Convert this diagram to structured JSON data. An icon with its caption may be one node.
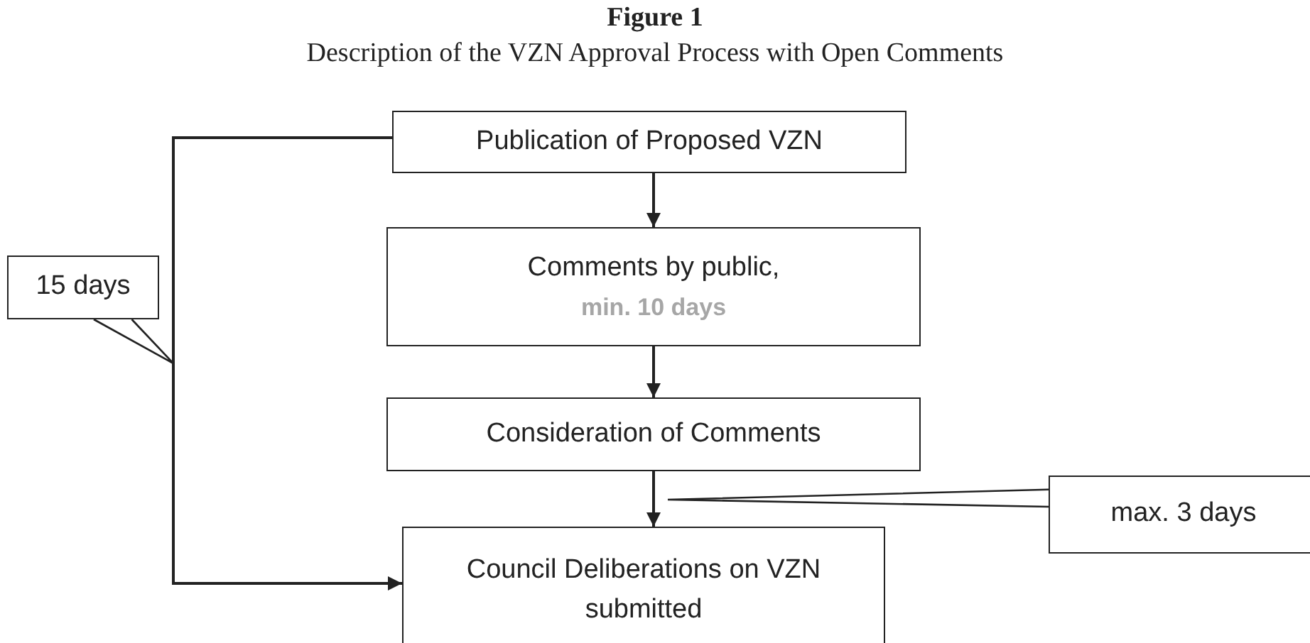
{
  "diagram": {
    "title": "Figure 1",
    "caption": "Description of the VZN Approval Process with Open Comments",
    "nodes": [
      {
        "text": [
          "Publication of Proposed VZN"
        ]
      },
      {
        "text": [
          "Comments by public,",
          "min. 10 days"
        ]
      },
      {
        "text": [
          "Consideration of Comments"
        ]
      },
      {
        "text": [
          "Council Deliberations on VZN submitted"
        ]
      },
      {
        "text": [
          "15 days"
        ]
      },
      {
        "text": [
          "max. 3 days"
        ]
      }
    ],
    "edges": [
      {
        "from": 0,
        "to": 1,
        "arrow": "to"
      },
      {
        "from": 1,
        "to": 2,
        "arrow": "to"
      },
      {
        "from": 2,
        "to": 3,
        "arrow": "to"
      },
      {
        "from": 0,
        "to": 3,
        "arrow": "to"
      },
      {
        "from": 4,
        "to": null,
        "arrow": "none"
      },
      {
        "from": 5,
        "to": null,
        "arrow": "none"
      }
    ]
  }
}
